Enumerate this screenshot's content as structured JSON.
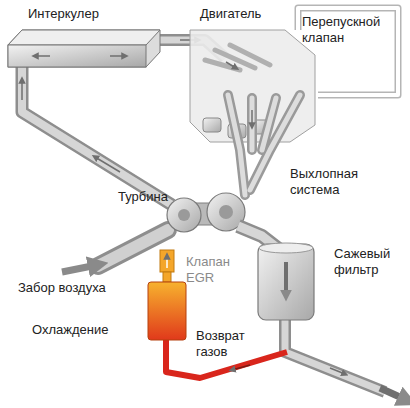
{
  "diagram": {
    "labels": [
      "Интеркулер",
      "Двигатель",
      "Перепускной клапан",
      "Выхлопная система",
      "Турбина",
      "Сажевый фильтр",
      "Забор воздуха",
      "Клапан EGR",
      "Охлаждение",
      "Возврат газов"
    ]
  }
}
